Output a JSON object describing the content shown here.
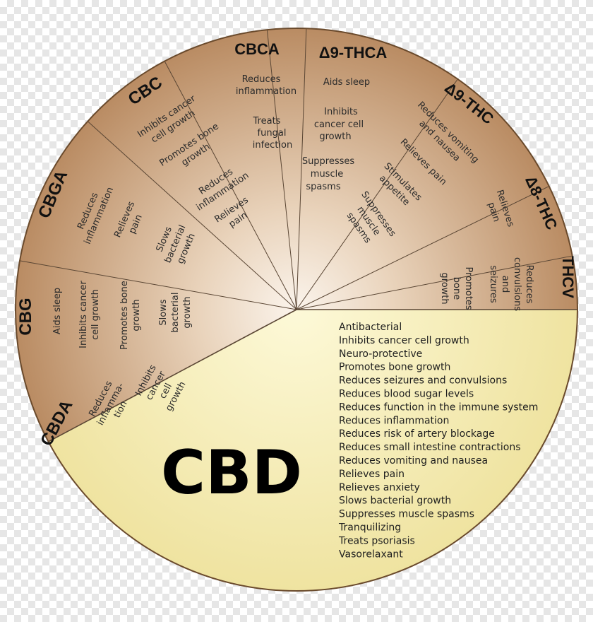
{
  "colors": {
    "tan_center": "#fbf4ec",
    "tan_edge": "#b98b62",
    "cbd_center": "#fdf9d8",
    "cbd_edge": "#efe3a0",
    "outline": "#6a4a2c",
    "divider": "#5a4634"
  },
  "segments": [
    {
      "title": "CBDA",
      "lines": [
        "Reduces",
        "inflamma-",
        "tion",
        "",
        "Inhibits",
        "cancer",
        "cell",
        "growth"
      ]
    },
    {
      "title": "CBG",
      "lines": [
        "Aids sleep",
        "",
        "Inhibits cancer",
        "cell growth",
        "",
        "Promotes bone",
        "growth",
        "",
        "Slows",
        "bacterial",
        "growth"
      ]
    },
    {
      "title": "CBGA",
      "lines": [
        "Reduces",
        "inflammation",
        "",
        "Relieves",
        "pain",
        "",
        "Slows",
        "bacterial",
        "growth"
      ]
    },
    {
      "title": "CBC",
      "lines": [
        "Inhibits cancer",
        "cell growth",
        "",
        "Promotes bone",
        "growth",
        "",
        "Reduces",
        "inflammation",
        "",
        "Relieves",
        "pain"
      ]
    },
    {
      "title": "CBCA",
      "lines": [
        "Reduces",
        "inflammation",
        "",
        "Treats",
        "fungal",
        "infection"
      ]
    },
    {
      "title": "Δ9-THCA",
      "lines": [
        "Aids sleep",
        "",
        "Inhibits",
        "cancer cell",
        "growth",
        "",
        "Suppresses",
        "muscle",
        "spasms"
      ]
    },
    {
      "title": "Δ9-THC",
      "lines": [
        "Reduces vomiting",
        "and nausea",
        "",
        "Relieves pain",
        "",
        "Stimulates",
        "appetite",
        "",
        "Suppresses",
        "muscle",
        "spasms"
      ]
    },
    {
      "title": "Δ8-THC",
      "lines": [
        "Relieves",
        "pain"
      ]
    },
    {
      "title": "THCV",
      "lines": [
        "Reduces",
        "convulsions",
        "and",
        "seizures",
        "",
        "Promotes",
        "bone",
        "growth"
      ]
    }
  ],
  "cbd": {
    "title": "CBD",
    "items": [
      "Antibacterial",
      "Inhibits cancer cell growth",
      "Neuro-protective",
      "Promotes bone growth",
      "Reduces seizures and convulsions",
      "Reduces blood sugar levels",
      "Reduces function in the immune system",
      "Reduces inflammation",
      "Reduces risk of artery blockage",
      "Reduces small intestine contractions",
      "Reduces vomiting and nausea",
      "Relieves pain",
      "Relieves anxiety",
      "Slows bacterial growth",
      "Suppresses muscle spasms",
      "Tranquilizing",
      "Treats psoriasis",
      "Vasorelaxant"
    ]
  }
}
